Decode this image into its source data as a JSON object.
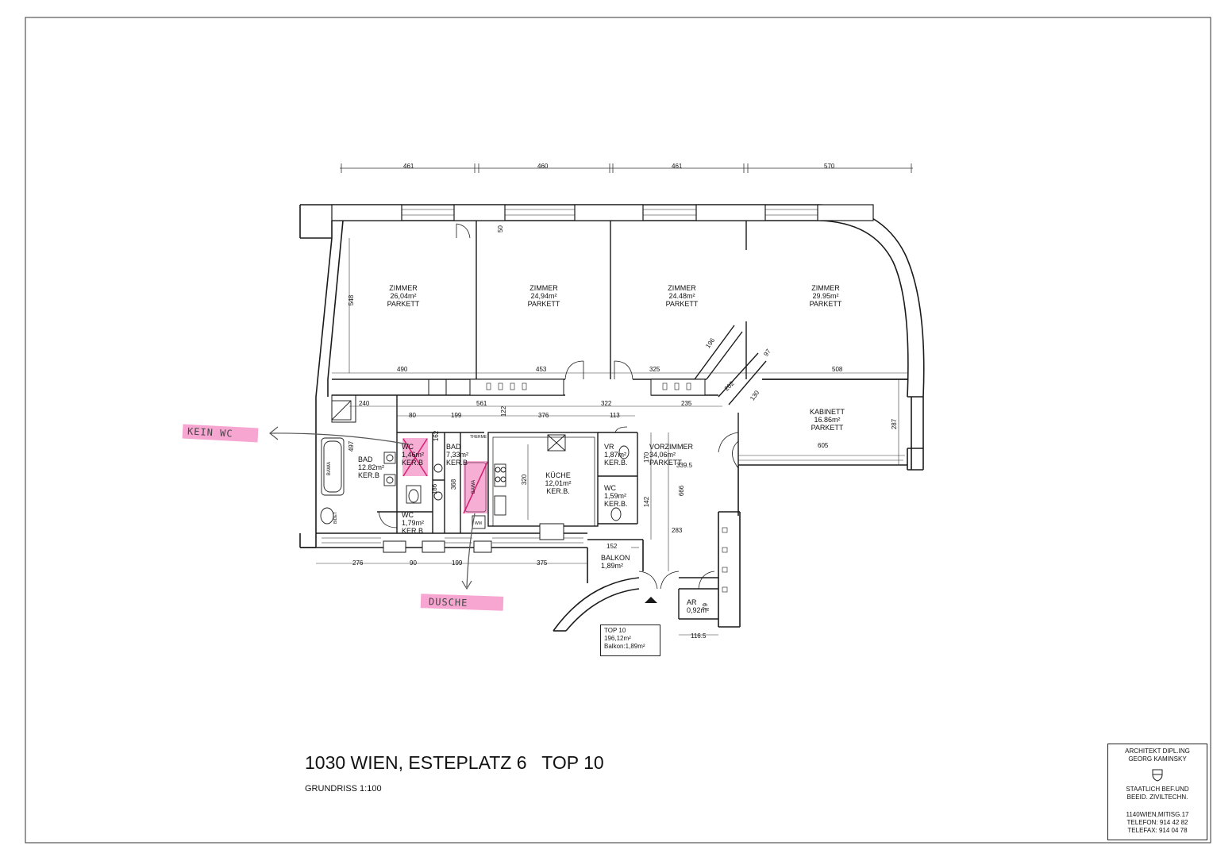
{
  "sheet": {
    "title": "1030 WIEN, ESTEPLATZ 6   TOP 10",
    "scale": "GRUNDRISS 1:100"
  },
  "stamp": {
    "line1": "ARCHITEKT DIPL.ING",
    "line2": "GEORG KAMINSKY",
    "line3": "STAATLICH BEF.UND",
    "line4": "BEEID. ZIVILTECHN.",
    "line5": "1140WIEN,MITISG.17",
    "line6": "TELEFON: 914 42 82",
    "line7": "TELEFAX: 914 04 78"
  },
  "rooms": {
    "zimmer1": {
      "name": "ZIMMER",
      "area": "26,04m²",
      "floor": "PARKETT"
    },
    "zimmer2": {
      "name": "ZIMMER",
      "area": "24,94m²",
      "floor": "PARKETT"
    },
    "zimmer3": {
      "name": "ZIMMER",
      "area": "24.48m²",
      "floor": "PARKETT"
    },
    "zimmer4": {
      "name": "ZIMMER",
      "area": "29.95m²",
      "floor": "PARKETT"
    },
    "kabinett": {
      "name": "KABINETT",
      "area": "16.86m²",
      "floor": "PARKETT"
    },
    "vorzimmer": {
      "name": "VORZIMMER",
      "area": "34,06m²",
      "floor": "PARKETT"
    },
    "kueche": {
      "name": "KÜCHE",
      "area": "12,01m²",
      "floor": "KER.B."
    },
    "bad1": {
      "name": "BAD",
      "area": "12.82m²",
      "floor": "KER.B"
    },
    "wc1": {
      "name": "WC",
      "area": "1,46m²",
      "floor": "KER.B"
    },
    "bad2": {
      "name": "BAD",
      "area": "7,33m²",
      "floor": "KER.B"
    },
    "wc2": {
      "name": "WC",
      "area": "1,79m²",
      "floor": "KER.B"
    },
    "vr": {
      "name": "VR",
      "area": "1,87m²",
      "floor": "KER.B."
    },
    "wc3": {
      "name": "WC",
      "area": "1,59m²",
      "floor": "KER.B."
    },
    "balkon": {
      "name": "BALKON",
      "area": "1,89m²"
    },
    "ar": {
      "name": "AR",
      "area": "0,92m²"
    }
  },
  "top_box": {
    "line1": "TOP 10",
    "line2": "196,12m²",
    "line3": "Balkon:1,89m²"
  },
  "fixtures": {
    "bath1": "BAWA",
    "bidet": "BIDET",
    "bath2": "BAWA",
    "therme": "THERME",
    "wm": "WM"
  },
  "annotations": {
    "kein_wc": "KEIN WC",
    "dusche": "DUSCHE"
  },
  "dims_top": [
    "461",
    "460",
    "461",
    "570"
  ],
  "dims_mid": [
    "490",
    "453",
    "325",
    "508"
  ],
  "dims_hall": [
    "240",
    "561",
    "322",
    "235",
    "80",
    "199",
    "122",
    "376",
    "113"
  ],
  "dims_bottom": [
    "276",
    "90",
    "199",
    "375"
  ],
  "dims_misc": {
    "d548": "548",
    "d50": "50",
    "d196": "196",
    "d97": "97",
    "d202": "202",
    "d130": "130",
    "d287": "287",
    "d605": "605",
    "d497": "497",
    "d162": "162",
    "d368": "368",
    "d186": "186",
    "d320": "320",
    "d170": "170",
    "d339": "339.5",
    "d142": "142",
    "d666": "666",
    "d283": "283",
    "d152": "152",
    "d79": "79",
    "d116": "116.5"
  },
  "colors": {
    "highlight": "#f06bb0",
    "ink": "#1a1a1a",
    "paper": "#ffffff"
  }
}
